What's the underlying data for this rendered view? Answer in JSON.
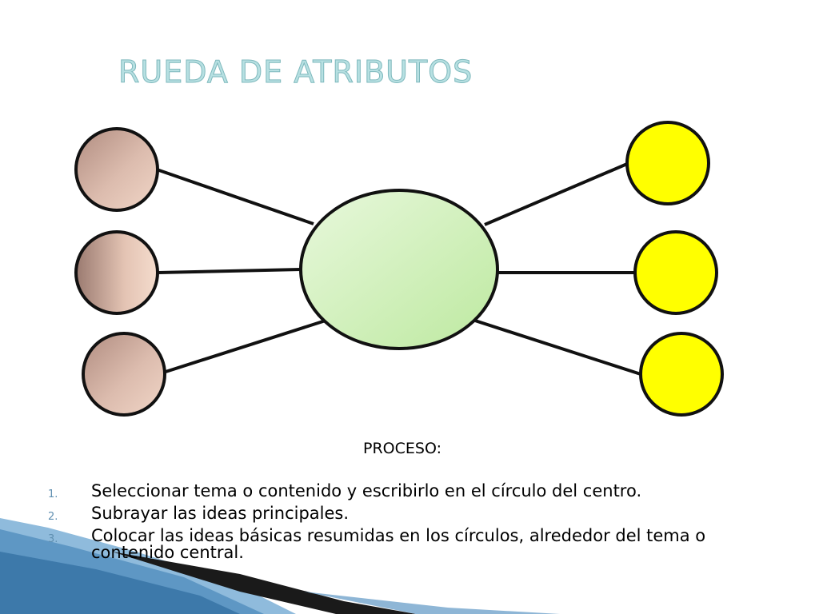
{
  "slide": {
    "title": "RUEDA DE ATRIBUTOS",
    "process_heading": "PROCESO:",
    "steps": [
      {
        "number": "1.",
        "text": "Seleccionar tema o contenido y escribirlo en el círculo del centro."
      },
      {
        "number": "2.",
        "text": "Subrayar las ideas principales."
      },
      {
        "number": "3.",
        "text": "Colocar las ideas básicas resumidas en los círculos, alrededor del tema o contenido central."
      }
    ]
  },
  "diagram": {
    "center_node": {
      "label": "",
      "fill": "#cbefb0"
    },
    "left_nodes": [
      {
        "label": "",
        "fill": "#d4b3a6"
      },
      {
        "label": "",
        "fill": "#d4b3a6"
      },
      {
        "label": "",
        "fill": "#d4b3a6"
      }
    ],
    "right_nodes": [
      {
        "label": "",
        "fill": "#ffff00"
      },
      {
        "label": "",
        "fill": "#ffff00"
      },
      {
        "label": "",
        "fill": "#ffff00"
      }
    ],
    "edges": [
      {
        "from": "left_nodes.0",
        "to": "center_node"
      },
      {
        "from": "left_nodes.1",
        "to": "center_node"
      },
      {
        "from": "left_nodes.2",
        "to": "center_node"
      },
      {
        "from": "right_nodes.0",
        "to": "center_node"
      },
      {
        "from": "right_nodes.1",
        "to": "center_node"
      },
      {
        "from": "right_nodes.2",
        "to": "center_node"
      }
    ]
  },
  "colors": {
    "title": "#b7e0e2",
    "outline": "#111111",
    "decor_dark": "#1a1a1a",
    "decor_blue": "#6fa6cf"
  }
}
